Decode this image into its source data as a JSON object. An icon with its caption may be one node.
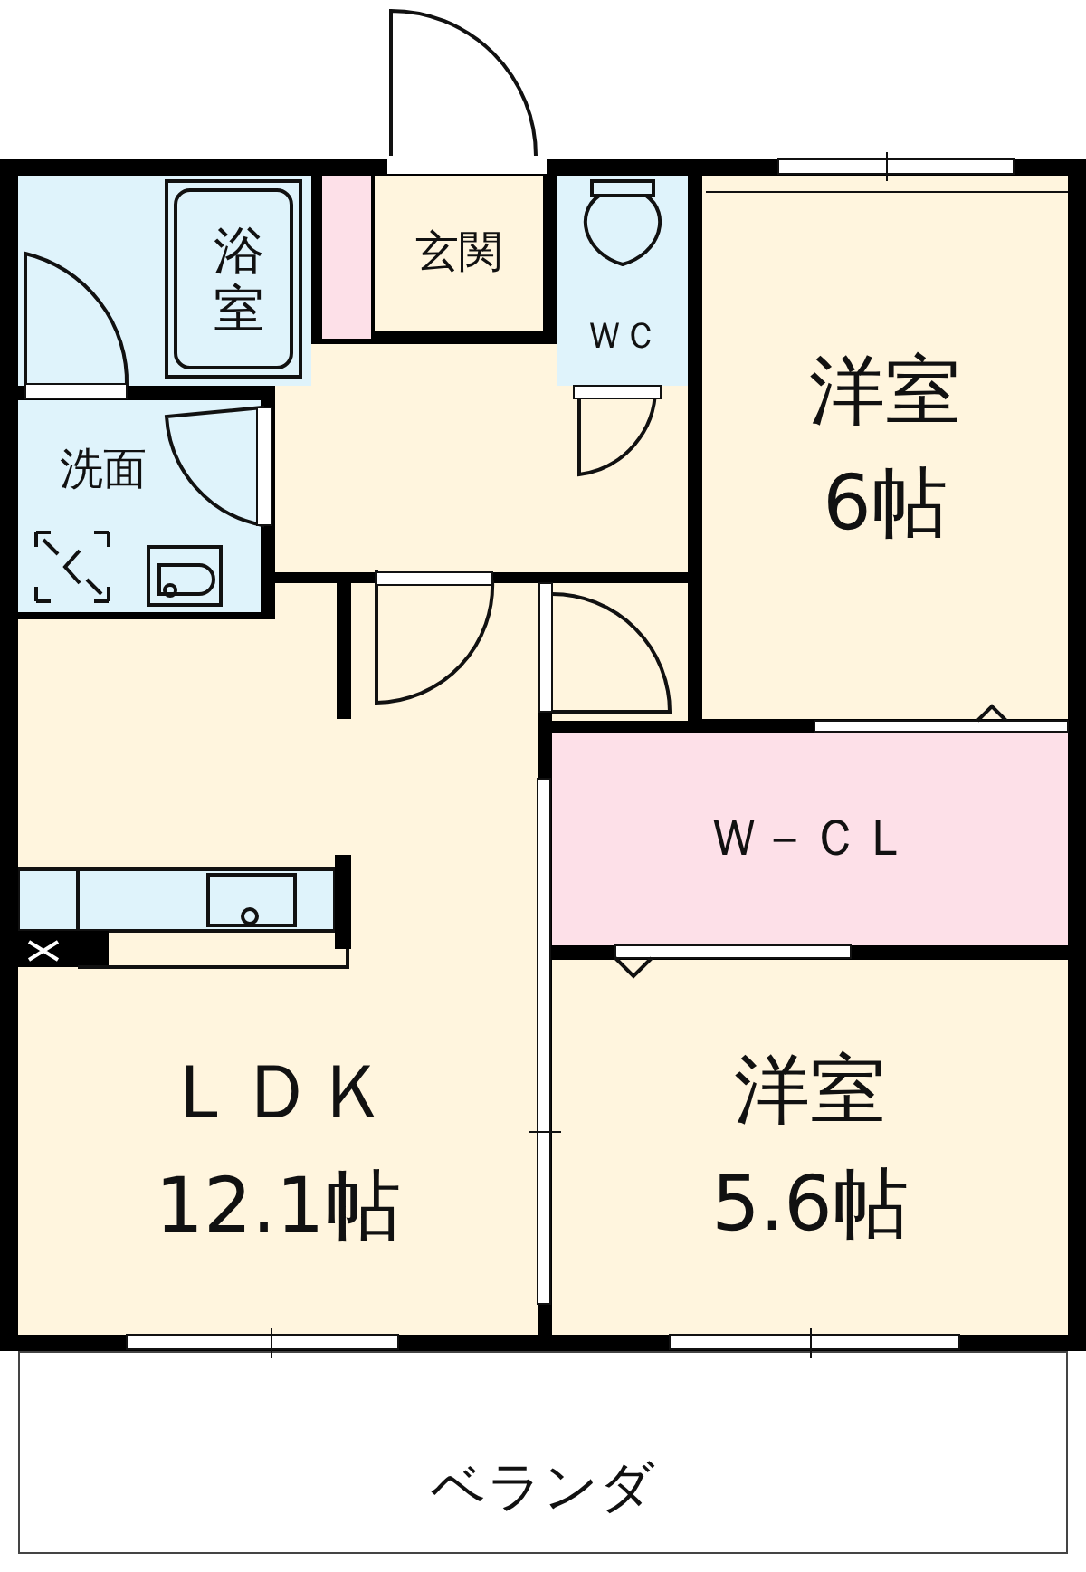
{
  "diagram": {
    "nodes": [
      {
        "text": [
          "浴室"
        ]
      },
      {
        "text": [
          "玄関"
        ]
      },
      {
        "text": [
          "ＷＣ"
        ]
      },
      {
        "text": [
          "洋室",
          "6帖"
        ]
      },
      {
        "text": [
          "洗面"
        ]
      },
      {
        "text": [
          "ＬＤＫ",
          "12.1帖"
        ]
      },
      {
        "text": [
          "Ｗ－ＣＬ"
        ]
      },
      {
        "text": [
          "洋室",
          "5.6帖"
        ]
      },
      {
        "text": [
          "ベランダ"
        ]
      }
    ]
  }
}
